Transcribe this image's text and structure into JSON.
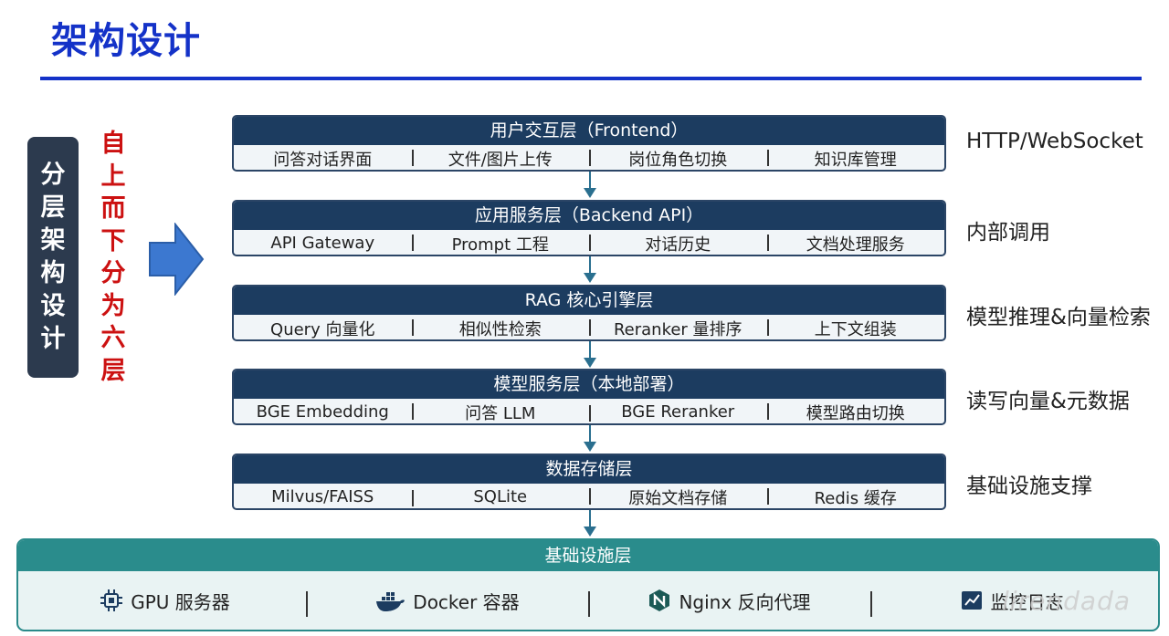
{
  "page": {
    "title": "架构设计"
  },
  "side_badge": {
    "chars": [
      "分",
      "层",
      "架",
      "构",
      "设",
      "计"
    ]
  },
  "red_note": {
    "chars": [
      "自",
      "上",
      "而",
      "下",
      "分",
      "为",
      "六",
      "层"
    ]
  },
  "layers": [
    {
      "header": "用户交互层（Frontend）",
      "items": [
        "问答对话界面",
        "文件/图片上传",
        "岗位角色切换",
        "知识库管理"
      ],
      "side_label": "HTTP/WebSocket"
    },
    {
      "header": "应用服务层（Backend API）",
      "items": [
        "API Gateway",
        "Prompt 工程",
        "对话历史",
        "文档处理服务"
      ],
      "side_label": "内部调用"
    },
    {
      "header": "RAG 核心引擎层",
      "items": [
        "Query 向量化",
        "相似性检索",
        "Reranker 量排序",
        "上下文组装"
      ],
      "side_label": "模型推理&向量检索"
    },
    {
      "header": "模型服务层（本地部署）",
      "items": [
        "BGE Embedding",
        "问答 LLM",
        "BGE Reranker",
        "模型路由切换"
      ],
      "side_label": "读写向量&元数据"
    },
    {
      "header": "数据存储层",
      "items": [
        "Milvus/FAISS",
        "SQLite",
        "原始文档存储",
        "Redis 缓存"
      ],
      "side_label": "基础设施支撑"
    }
  ],
  "infra": {
    "header": "基础设施层",
    "items": [
      {
        "label": "GPU 服务器",
        "icon": "chip-icon"
      },
      {
        "label": "Docker 容器",
        "icon": "docker-icon"
      },
      {
        "label": "Nginx 反向代理",
        "icon": "nginx-icon"
      },
      {
        "label": "监控日志",
        "icon": "monitor-chart-icon"
      }
    ]
  },
  "watermark": "lirendada",
  "colors": {
    "title_blue": "#1432c8",
    "layer_header": "#1c3c60",
    "infra_teal": "#2a8c8c",
    "red_note": "#cc1111",
    "arrow_blue": "#3c78d0"
  }
}
